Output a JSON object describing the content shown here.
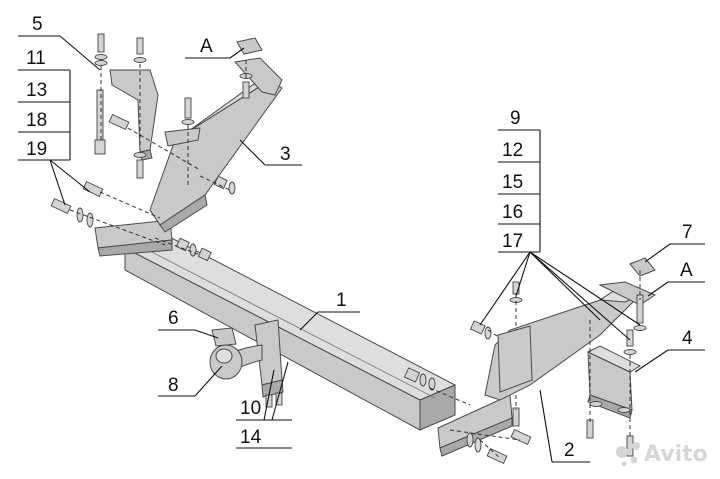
{
  "callouts": {
    "p1": "1",
    "p2": "2",
    "p3": "3",
    "p4": "4",
    "p5": "5",
    "p6": "6",
    "p7": "7",
    "p8": "8",
    "p9": "9",
    "p12": "12",
    "p15": "15",
    "p16": "16",
    "p17": "17",
    "p10": "10",
    "p14": "14",
    "p11": "11",
    "p13": "13",
    "p18": "18",
    "p19": "19",
    "detailA_left": "A",
    "detailA_right": "A"
  },
  "watermark": {
    "brand": "Avito",
    "icon": "avito-logo-icon"
  },
  "colors": {
    "part_fill": "#c9c9c9",
    "outline": "#4a4a4a",
    "text": "#111111"
  }
}
